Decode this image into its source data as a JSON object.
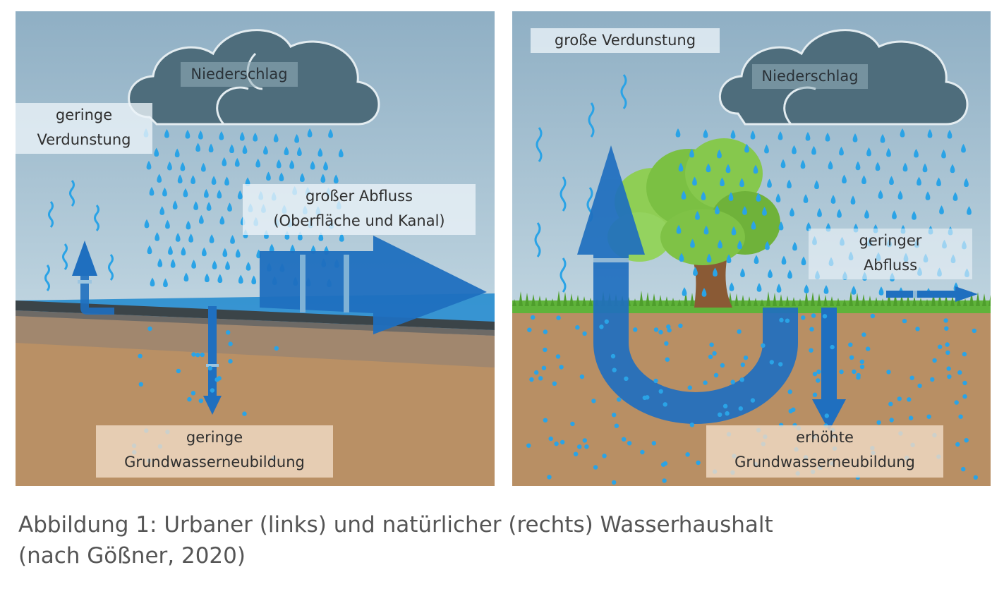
{
  "left": {
    "precipitation": "Niederschlag",
    "evaporation": [
      "geringe",
      "Verdunstung"
    ],
    "runoff": [
      "großer Abfluss",
      "(Oberfläche und Kanal)"
    ],
    "groundwater": [
      "geringe",
      "Grundwasserneubildung"
    ]
  },
  "right": {
    "evaporation": "große Verdunstung",
    "precipitation": "Niederschlag",
    "runoff": [
      "geringer",
      "Abfluss"
    ],
    "groundwater": [
      "erhöhte",
      "Grundwasserneubildung"
    ]
  },
  "caption": [
    "Abbildung 1: Urbaner (links) und natürlicher (rechts) Wasserhaushalt",
    "(nach Gößner, 2020)"
  ],
  "colors": {
    "sky_top": "#8fafc4",
    "sky_bottom": "#dce8f0",
    "cloud": "#4e6d7c",
    "cloud_outline": "#dfe8ec",
    "rain": "#2aa3e6",
    "arrow": "#1f6fbf",
    "asphalt": "#3b4448",
    "water": "#1f88cf",
    "soil": "#b99065",
    "grass": "#5fb33a",
    "tree_crown": "#7bc043",
    "trunk": "#8a5a35"
  },
  "icons": [
    "cloud-icon",
    "rain-drop-icon",
    "evaporation-wave-icon",
    "arrow-icon",
    "tree-icon",
    "grass-icon"
  ]
}
